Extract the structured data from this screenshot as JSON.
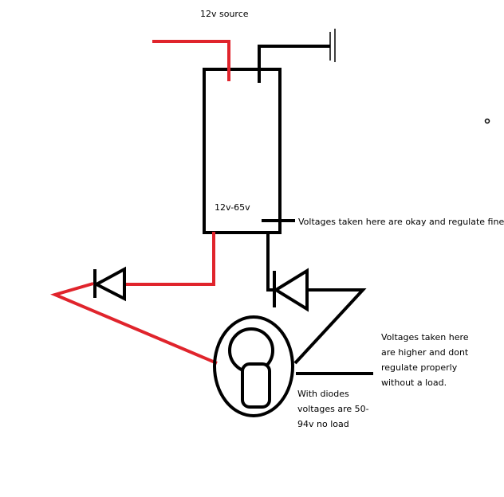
{
  "labels": {
    "source": "12v source",
    "converter": "12v-65v",
    "note_top": "Voltages taken here are okay and regulate fine",
    "note_right_1": "Voltages taken here",
    "note_right_2": "are higher and dont",
    "note_right_3": "regulate properly",
    "note_right_4": "without a load.",
    "note_diodes_1": "With diodes",
    "note_diodes_2": "voltages are 50-",
    "note_diodes_3": "94v no load"
  },
  "colors": {
    "positive_wire": "#e0242c",
    "negative_wire": "#000000",
    "background": "#ffffff"
  },
  "icons": [
    "diode-symbol",
    "light-bulb-symbol",
    "ground-symbol"
  ]
}
